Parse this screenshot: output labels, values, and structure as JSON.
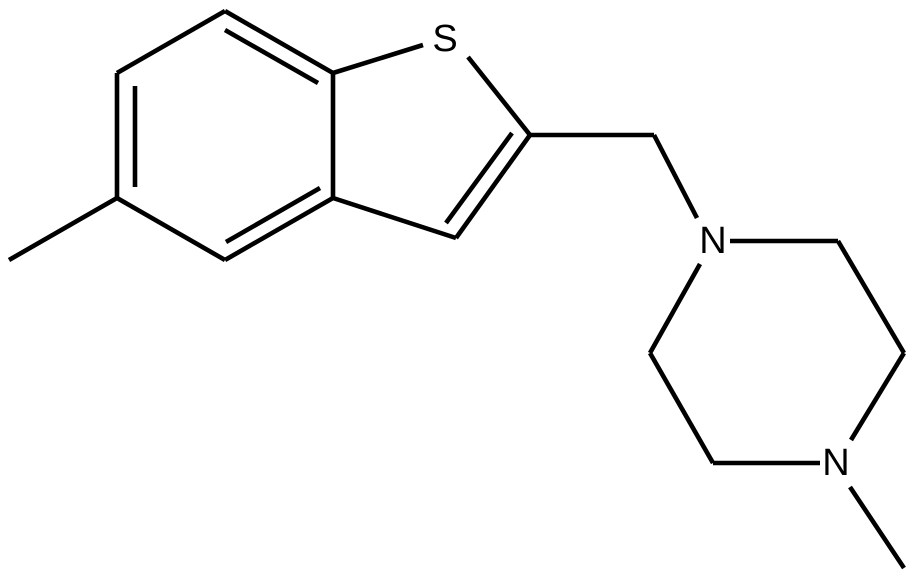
{
  "atoms": {
    "sulfur": "S",
    "nitrogen_benzylic": "N",
    "nitrogen_methyl": "N"
  },
  "colors": {
    "bond": "#000000",
    "background": "#ffffff"
  }
}
